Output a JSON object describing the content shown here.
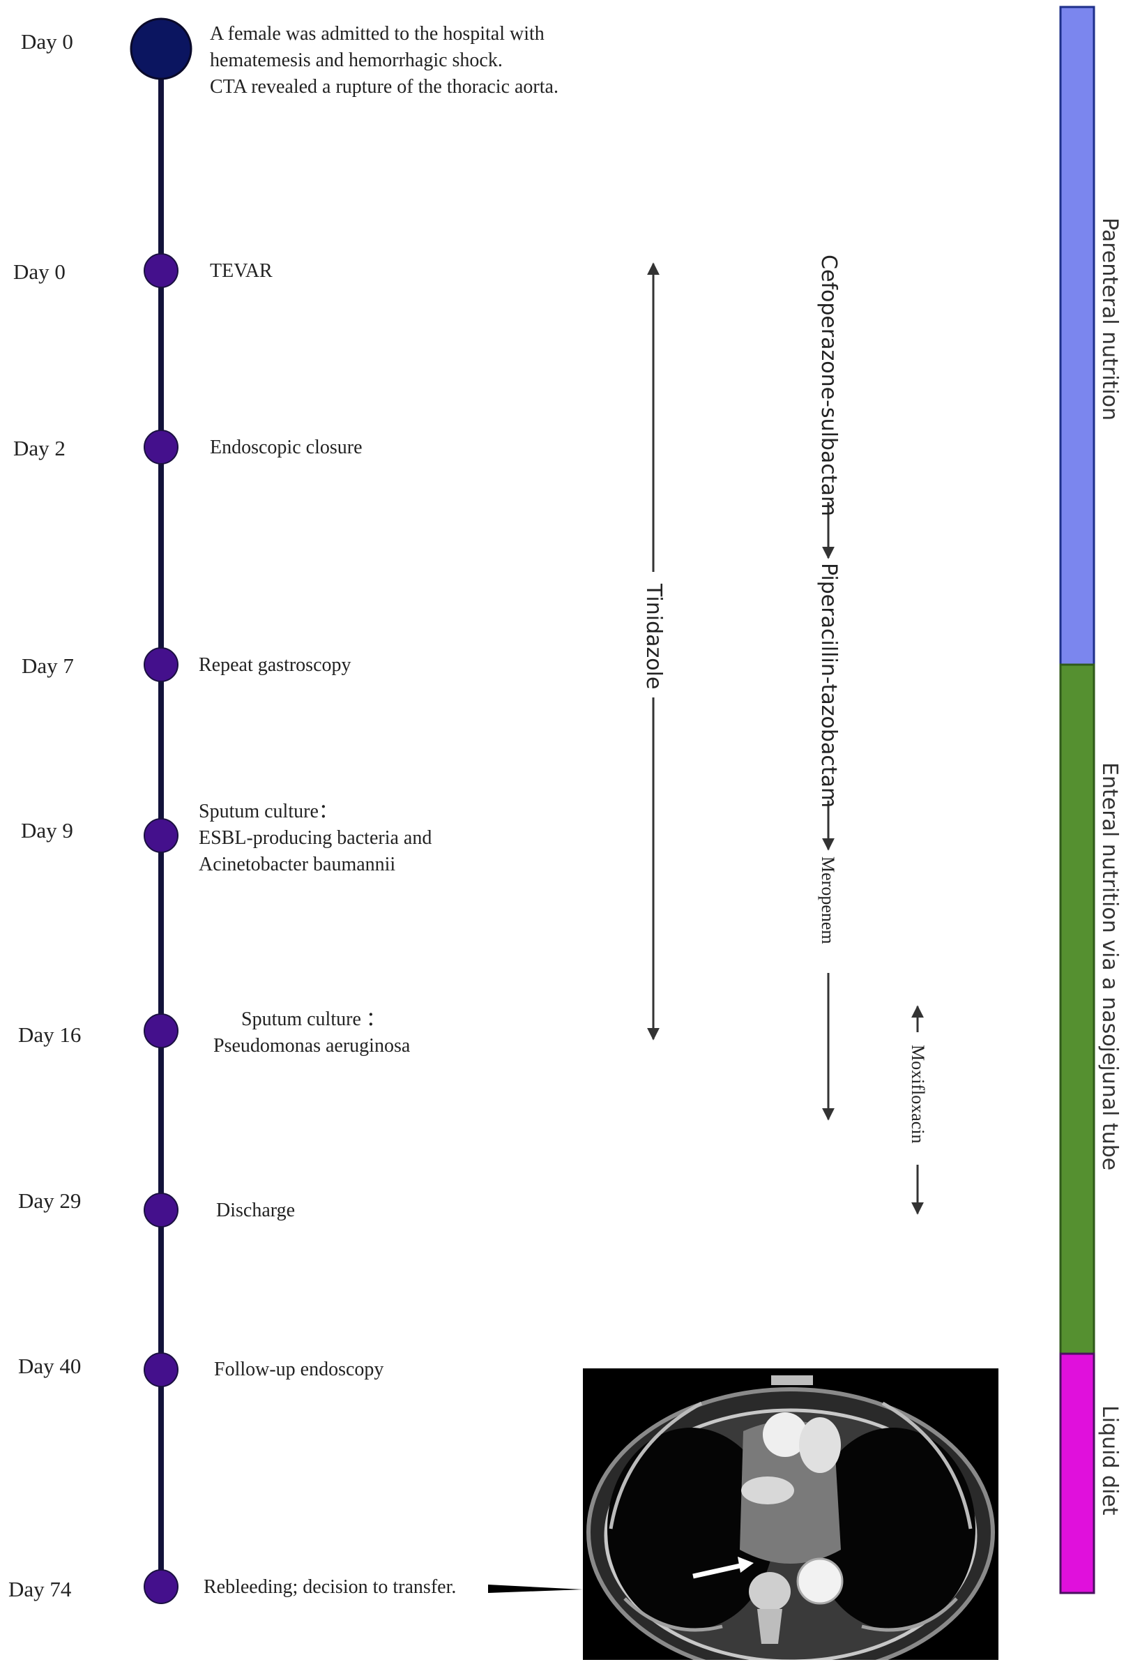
{
  "timeline": {
    "events": [
      {
        "day": "Day 0",
        "lines": [
          "A female was admitted to the hospital with",
          "hematemesis and hemorrhagic shock.",
          "CTA revealed a rupture of the thoracic aorta."
        ]
      },
      {
        "day": "Day 0",
        "lines": [
          "TEVAR"
        ]
      },
      {
        "day": "Day 2",
        "lines": [
          "Endoscopic closure"
        ]
      },
      {
        "day": "Day 7",
        "lines": [
          "Repeat gastroscopy"
        ]
      },
      {
        "day": "Day 9",
        "lines": [
          "Sputum culture：",
          "ESBL-producing bacteria and",
          "Acinetobacter baumannii"
        ]
      },
      {
        "day": "Day 16",
        "lines": [
          "Sputum culture ：",
          "Pseudomonas aeruginosa"
        ]
      },
      {
        "day": "Day 29",
        "lines": [
          "Discharge"
        ]
      },
      {
        "day": "Day 40",
        "lines": [
          "Follow-up endoscopy"
        ]
      },
      {
        "day": "Day 74",
        "lines": [
          "Rebleeding; decision to transfer."
        ]
      }
    ],
    "colors": {
      "line": "#12123a",
      "first_node": "#0b1560",
      "node": "#44108c"
    }
  },
  "drugs": {
    "tinidazole": "Tinidazole",
    "cefoperazone": "Cefoperazone-sulbactam",
    "piperacillin": "Piperacillin-tazobactam",
    "meropenem": "Meropenem",
    "moxifloxacin": "Moxifloxacin"
  },
  "nutrition": [
    {
      "label": "Parenteral nutrition",
      "color": "#7b86ee"
    },
    {
      "label": "Enteral nutrition via a nasojejunal tube",
      "color": "#559030"
    },
    {
      "label": "Liquid diet",
      "color": "#e010dc"
    }
  ]
}
